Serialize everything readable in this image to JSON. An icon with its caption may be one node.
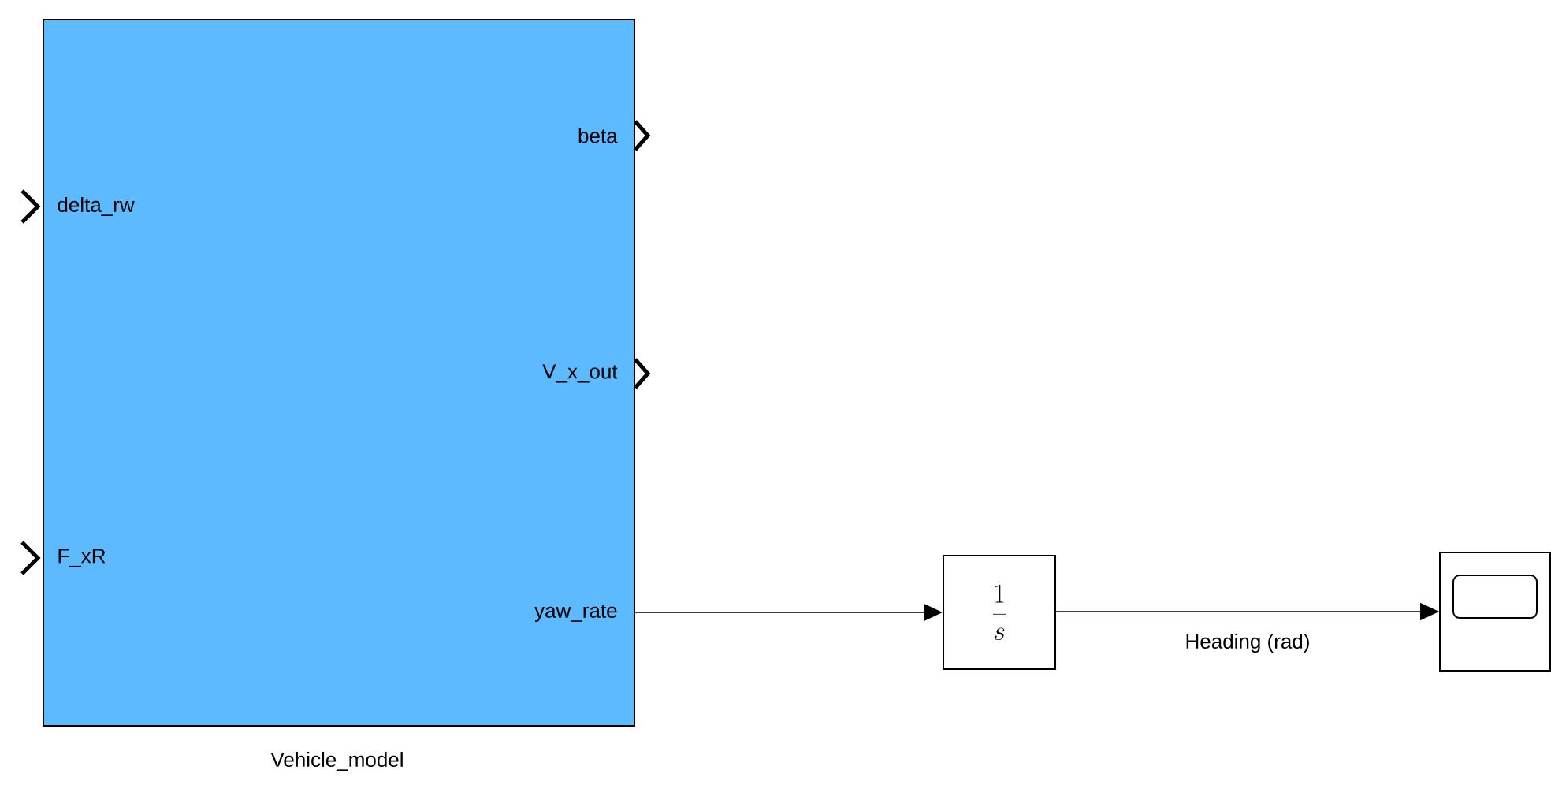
{
  "diagram": {
    "nodes": [
      {
        "text": [
          "Vehicle_model",
          "beta",
          "delta_rw",
          "V_x_out",
          "F_xR",
          "yaw_rate"
        ]
      },
      {
        "text": [
          "\\frac{1}{s}"
        ]
      },
      {
        "text": [],
        "shape": "box"
      }
    ],
    "edges": [
      {
        "from": 0,
        "to": 1,
        "arrow": "to"
      },
      {
        "from": 1,
        "to": 2,
        "arrow": "to",
        "label": "Heading (rad)"
      }
    ]
  }
}
